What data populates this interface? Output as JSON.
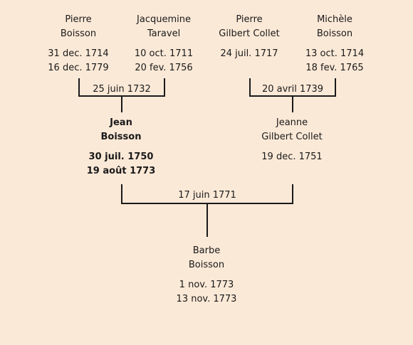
{
  "persons": {
    "p1": {
      "first": "Pierre",
      "last": "Boisson",
      "birth": "31 dec. 1714",
      "death": "16 dec. 1779"
    },
    "p2": {
      "first": "Jacquemine",
      "last": "Taravel",
      "birth": "10 oct. 1711",
      "death": "20 fev. 1756"
    },
    "p3": {
      "first": "Pierre",
      "last": "Gilbert Collet",
      "birth": "24 juil. 1717",
      "death": ""
    },
    "p4": {
      "first": "Michèle",
      "last": "Boisson",
      "birth": "13 oct. 1714",
      "death": "18 fev. 1765"
    },
    "jean": {
      "first": "Jean",
      "last": "Boisson",
      "birth": "30 juil. 1750",
      "death": "19 août 1773"
    },
    "jeanne": {
      "first": "Jeanne",
      "last": "Gilbert Collet",
      "birth": "19 dec. 1751",
      "death": ""
    },
    "barbe": {
      "first": "Barbe",
      "last": "Boisson",
      "birth": "1 nov. 1773",
      "death": "13 nov. 1773"
    }
  },
  "marriages": {
    "m1": "25 juin 1732",
    "m2": "20 avril 1739",
    "m3": "17 juin 1771"
  }
}
